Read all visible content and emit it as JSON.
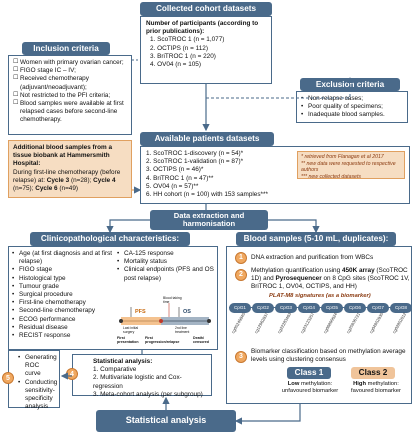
{
  "collected": {
    "title": "Collected cohort datasets",
    "subtitle": "Number of participants (according to prior publications):",
    "items": [
      "ScoTROC 1 (n = 1,077)",
      "OCTIPS (n = 112)",
      "BriTROC 1 (n = 220)",
      "OV04 (n = 105)"
    ]
  },
  "inclusion": {
    "title": "Inclusion criteria",
    "items": [
      "Women with primary ovarian cancer;",
      "FIGO stage IC – IV;",
      "Received chemotherapy (adjuvant/neoadjuvant);",
      "Not restricted to the PFI criteria;",
      "Blood samples were available at first relapsed cases before second-line chemotherapy."
    ]
  },
  "exclusion": {
    "title": "Exclusion criteria",
    "items": [
      "Non-relapse cases;",
      "Poor quality of specimens;",
      "Inadequate blood samples."
    ]
  },
  "additional": {
    "title": "Additional blood samples from a tissue biobank at Hammersmith Hospital:",
    "line1": "During first-line chemotherapy (before relapse) at:",
    "c3": "Cycle 3",
    "c3n": "(n=28);",
    "c4": "Cycle 4",
    "c4n": "(n=75);",
    "c6": "Cycle 6",
    "c6n": "(n=49)"
  },
  "available": {
    "title": "Available patients datasets",
    "items": [
      "ScoTROC 1-discovery (n = 54)*",
      "ScoTROC 1-validation (n = 87)*",
      "OCTIPS (n = 46)*",
      "BriTROC 1 (n = 47)**",
      "OV04 (n = 57)**",
      "HH cohort (n = 100) with 153 samples***"
    ],
    "notes": [
      "* retrieved from Flanagan et al 2017",
      "** new data were requested to respective authors",
      "*** new collected datasets"
    ]
  },
  "extraction": {
    "title": "Data extraction and harmonisation"
  },
  "clinical": {
    "title": "Clinicopathological characteristics:",
    "left": [
      "Age (at first diagnosis and at first relapse)",
      "FIGO stage",
      "Histological type",
      "Tumour grade",
      "Surgical procedure",
      "First-line chemotherapy",
      "Second-line chemotherapy",
      "ECOG performance",
      "Residual disease",
      "RECIST response"
    ],
    "right": [
      "CA-125 response",
      "Mortality status",
      "Clinical endpoints (PFS and OS post relapse)"
    ],
    "timeline": {
      "pfs": "PFS",
      "os": "OS",
      "first_pres": "First presentation",
      "first_prog": "First progression/relapse",
      "death": "Death/ censored",
      "last_surg": "Last initial surgery",
      "second_line": "2nd line treatment",
      "blood": "Blood taking time"
    }
  },
  "blood": {
    "title": "Blood samples (5-10 mL, duplicates):",
    "step1": "DNA extraction and purification from WBCs",
    "step2_a": "Methylation quantification using ",
    "step2_b": "450K array",
    "step2_c": " (ScoTROC 1D) and ",
    "step2_d": "Pyrosequencer",
    "step2_e": " on 8 CpG sites (ScoTROC 1V, BriTROC 1, OV04, OCTIPS, and HH)",
    "signature": "PLAT-M8 signatures (as a biomarker)",
    "genes": [
      "CpG1",
      "CpG2",
      "CpG3",
      "CpG4",
      "CpG5",
      "CpG6",
      "CpG7",
      "CpG8"
    ],
    "probes": [
      "cg05249845",
      "cg12962837",
      "cg22283463",
      "cg23123257",
      "cg06890624",
      "cg25936721",
      "cg04952935",
      "cg02852012"
    ],
    "step3": "Biomarker classification based on methylation average levels using clustering consensus",
    "class1": "Class 1",
    "class2": "Class 2",
    "class1_desc_a": "Low",
    "class1_desc_b": " methylation: unfavoured biomarker",
    "class2_desc_a": "High",
    "class2_desc_b": " methylation: favoured biomarker"
  },
  "stats": {
    "title": "Statistical analysis:",
    "items": [
      "Comparative",
      "Multivariate logistic and Cox- regression",
      "Meta-cohort analysis (per subgroup)"
    ],
    "banner": "Statistical analysis"
  },
  "roc": {
    "items": [
      "Generating ROC curve",
      "Conducting sensitivity-specificity analysis"
    ]
  },
  "steps": [
    "1",
    "2",
    "3",
    "4",
    "5"
  ]
}
